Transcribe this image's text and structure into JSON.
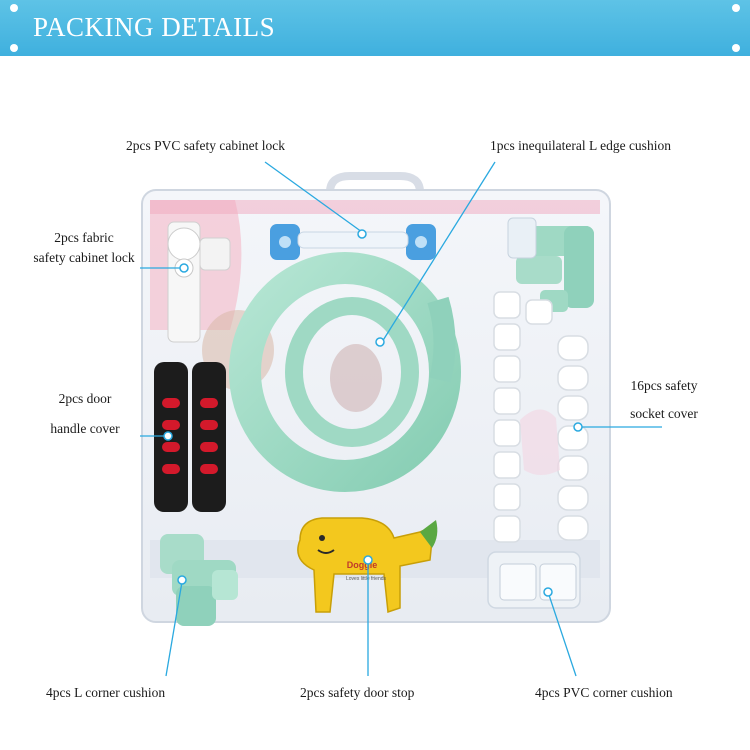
{
  "header": {
    "title": "PACKING DETAILS"
  },
  "callouts": {
    "pvc_cabinet_lock": "2pcs PVC safety cabinet lock",
    "l_edge_cushion": "1pcs inequilateral L edge cushion",
    "fabric_lock_line1": "2pcs fabric",
    "fabric_lock_line2": "safety cabinet lock",
    "handle_cover_line1": "2pcs door",
    "handle_cover_line2": "handle cover",
    "socket_cover_line1": "16pcs safety",
    "socket_cover_line2": "socket cover",
    "l_corner": "4pcs L corner cushion",
    "door_stop": "2pcs safety door stop",
    "pvc_corner": "4pcs PVC corner cushion"
  },
  "package_print": {
    "doggie": "Doggie",
    "doggie_sub": "Loves little friends"
  },
  "colors": {
    "banner": "#44b4e0",
    "callout_line": "#2aa9e0",
    "mint": "#9fd9c4",
    "door_stop_yellow": "#f3c81e",
    "handle_black": "#1c1c1c",
    "handle_red": "#d3192b"
  }
}
